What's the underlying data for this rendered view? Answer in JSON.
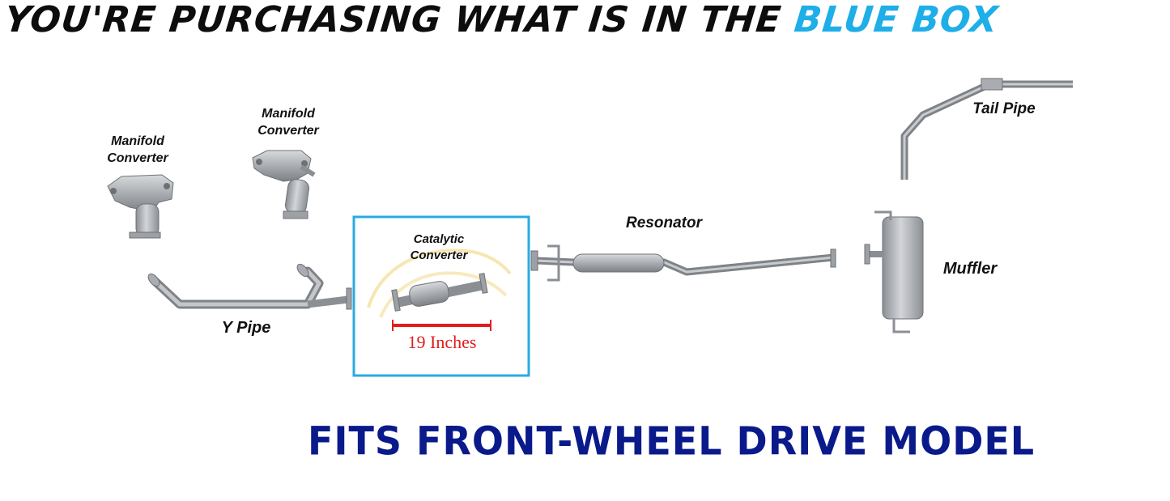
{
  "banner": {
    "lead": "YOU'RE PURCHASING WHAT IS IN THE ",
    "accent": "BLUE BOX"
  },
  "labels": {
    "manifold_converter_left": "Manifold\nConverter",
    "manifold_converter_right": "Manifold\nConverter",
    "y_pipe": "Y Pipe",
    "catalytic_converter": "Catalytic\nConverter",
    "measurement": "19 Inches",
    "resonator": "Resonator",
    "tail_pipe": "Tail Pipe",
    "muffler": "Muffler"
  },
  "footer": {
    "text": "FITS FRONT-WHEEL DRIVE MODEL"
  },
  "colors": {
    "highlight_box": "#29abe2",
    "measure_line": "#e21d1d",
    "banner_accent": "#1eaee8",
    "footer": "#0a1a8a",
    "metal": "#a9adb1"
  }
}
